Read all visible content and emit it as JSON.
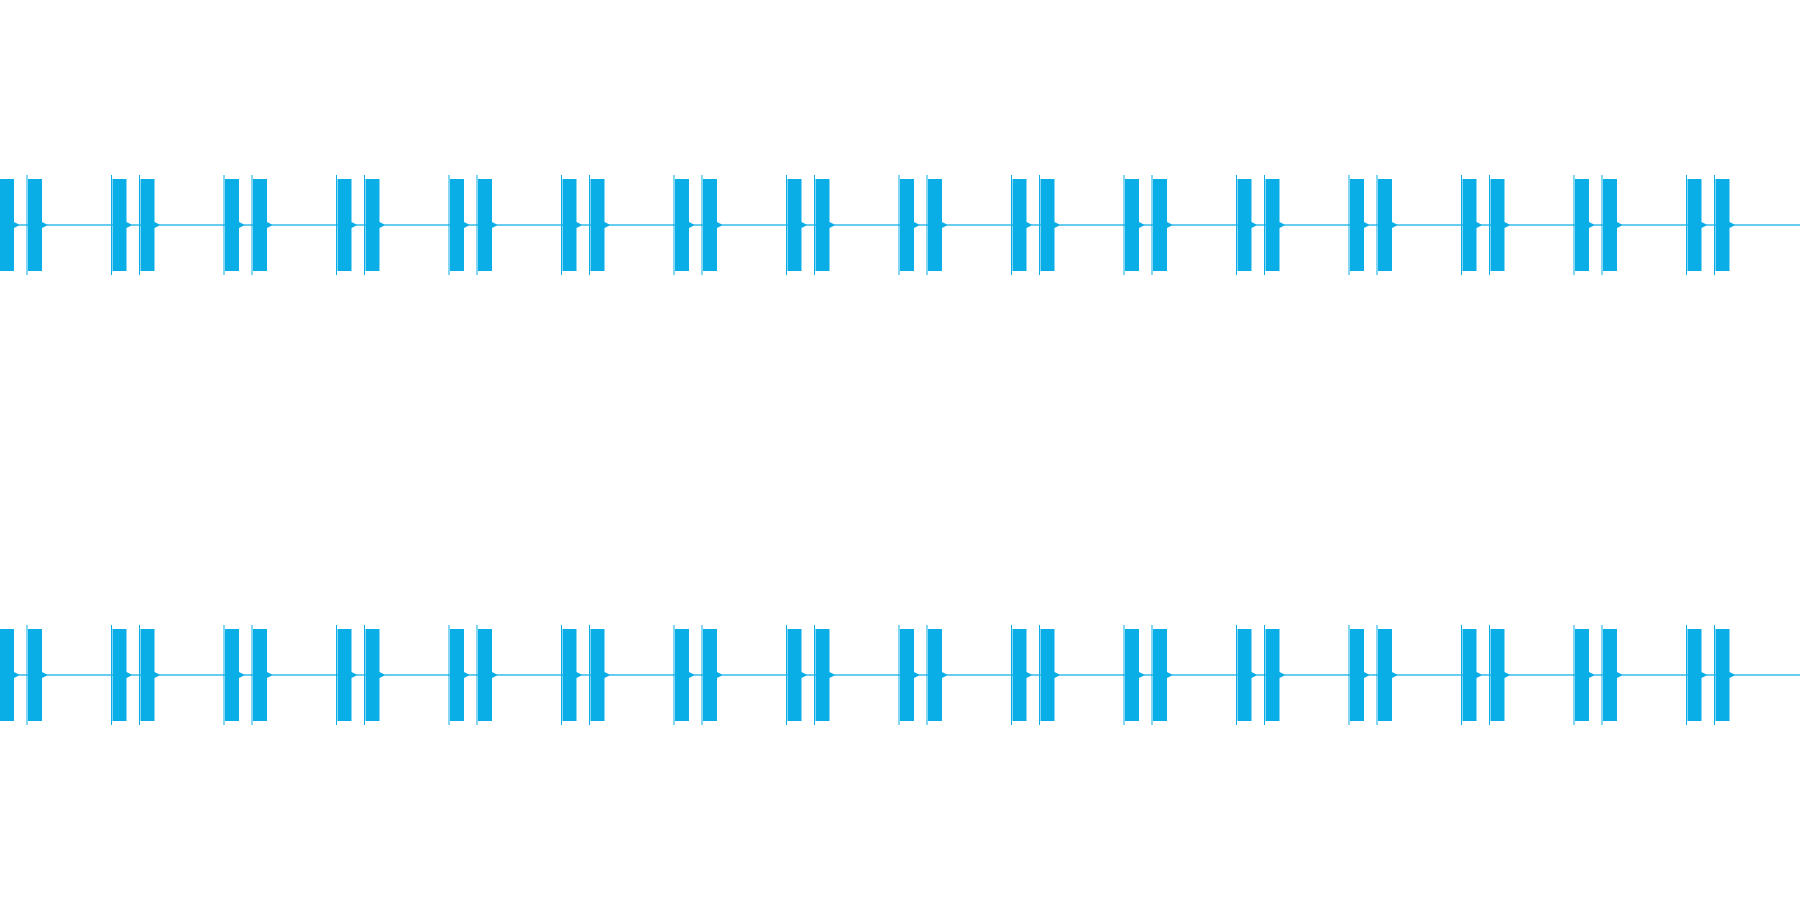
{
  "waveform": {
    "color": "#0aaee6",
    "background": "#ffffff",
    "channels": [
      {
        "id": "channel-1"
      },
      {
        "id": "channel-2"
      }
    ],
    "pattern": "double-burst",
    "repeats_visible": 16
  }
}
